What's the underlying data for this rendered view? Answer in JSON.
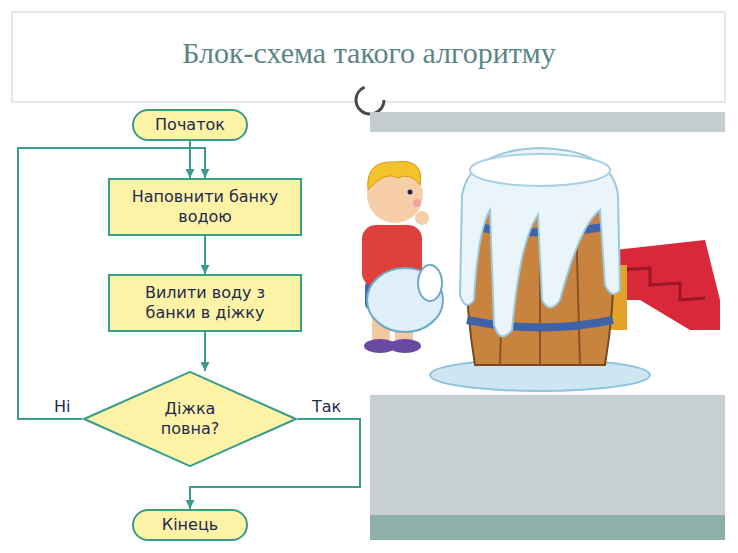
{
  "diagram": {
    "title": "Блок-схема такого алгоритму",
    "nodes": [
      {
        "text": [
          "Початок"
        ]
      },
      {
        "text": [
          "Наповнити банку водою"
        ]
      },
      {
        "text": [
          "Вилити воду з банки в діжку"
        ]
      },
      {
        "text": [
          "Діжка повна?"
        ]
      },
      {
        "text": [
          "Кінець"
        ]
      }
    ],
    "edges": [
      {
        "from": 0,
        "to": 1,
        "arrow": "to"
      },
      {
        "from": 1,
        "to": 2,
        "arrow": "to"
      },
      {
        "from": 2,
        "to": 3,
        "arrow": "to"
      },
      {
        "from": 3,
        "to": 1,
        "label": "Ні",
        "arrow": "to"
      },
      {
        "from": 3,
        "to": 4,
        "label": "Так",
        "arrow": "to"
      }
    ]
  }
}
